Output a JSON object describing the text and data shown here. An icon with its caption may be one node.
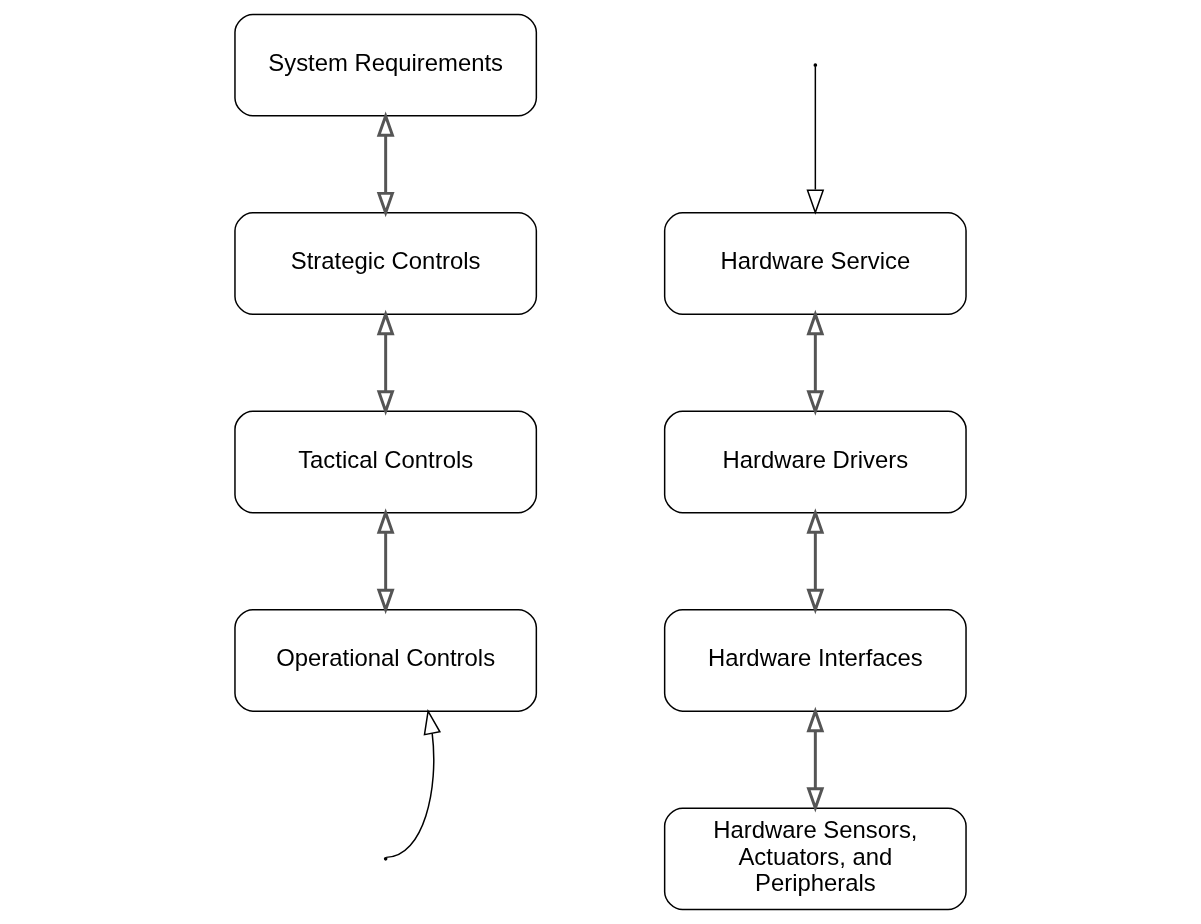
{
  "diagram": {
    "nodes": [
      {
        "text": [
          "System Requirements"
        ]
      },
      {
        "text": [
          "Strategic Controls"
        ]
      },
      {
        "text": [
          "Tactical Controls"
        ]
      },
      {
        "text": [
          "Operational Controls"
        ]
      },
      {
        "text": [
          "Hardware Service"
        ]
      },
      {
        "text": [
          "Hardware Drivers"
        ]
      },
      {
        "text": [
          "Hardware Interfaces"
        ]
      },
      {
        "text": [
          "Hardware Sensors, Actuators, and Peripherals"
        ]
      }
    ],
    "edges": [
      {
        "from": 0,
        "to": 1,
        "arrow": "both"
      },
      {
        "from": 1,
        "to": 2,
        "arrow": "both"
      },
      {
        "from": 2,
        "to": 3,
        "arrow": "both"
      },
      {
        "from": 4,
        "to": 5,
        "arrow": "both"
      },
      {
        "from": 5,
        "to": 6,
        "arrow": "both"
      },
      {
        "from": 6,
        "to": 7,
        "arrow": "both"
      },
      {
        "from": null,
        "to": 3,
        "arrow": "to"
      },
      {
        "from": null,
        "to": 4,
        "arrow": "to"
      }
    ]
  }
}
